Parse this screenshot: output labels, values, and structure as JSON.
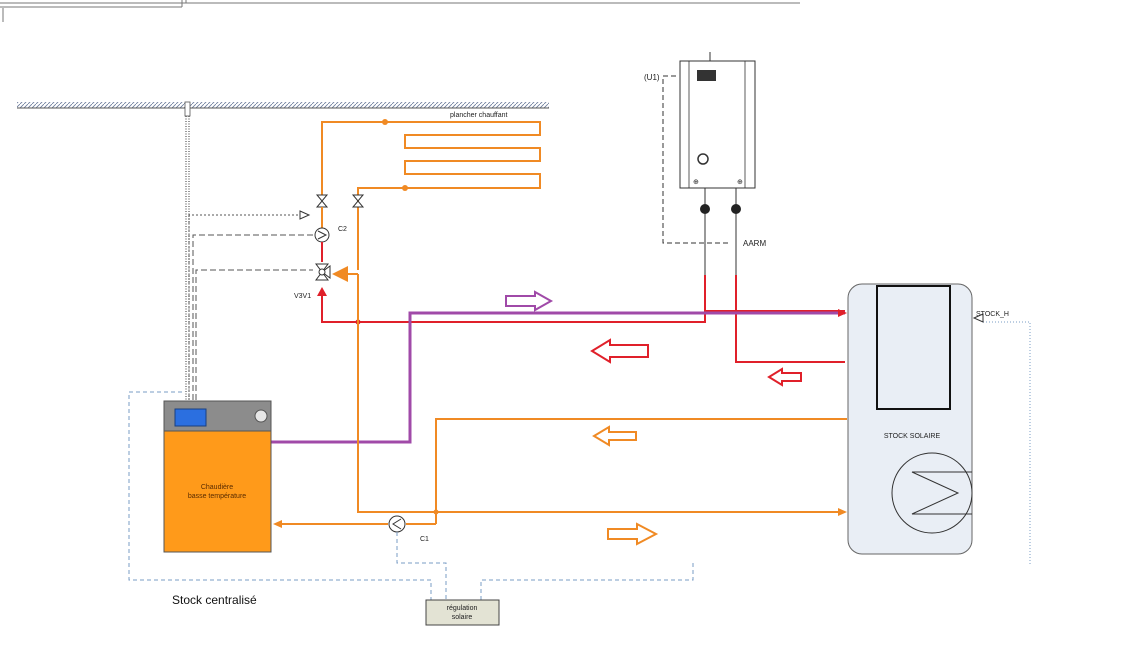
{
  "labels": {
    "underfloor": "plancher chauffant",
    "pump_c2": "C2",
    "valve_v3v1": "V3V1",
    "pump_c1": "C1",
    "unit_u1": "(U1)",
    "aarm": "AARM",
    "stock_h": "STOCK_H",
    "stock_solaire": "STOCK SOLAIRE",
    "boiler_line1": "Chaudière",
    "boiler_line2": "basse température",
    "stock_centralise": "Stock centralisé",
    "regulation_line1": "régulation",
    "regulation_line2": "solaire"
  },
  "colors": {
    "hot_red": "#e0202a",
    "purple": "#a04aa8",
    "orange": "#f08a24",
    "light_orange": "#f6b26b",
    "control_blue": "#7a9cc6",
    "boiler_body": "#ff9a1a",
    "boiler_top": "#8c8c8c",
    "tank_fill": "#e9eef5",
    "regulation_fill": "#e3e3d4"
  }
}
